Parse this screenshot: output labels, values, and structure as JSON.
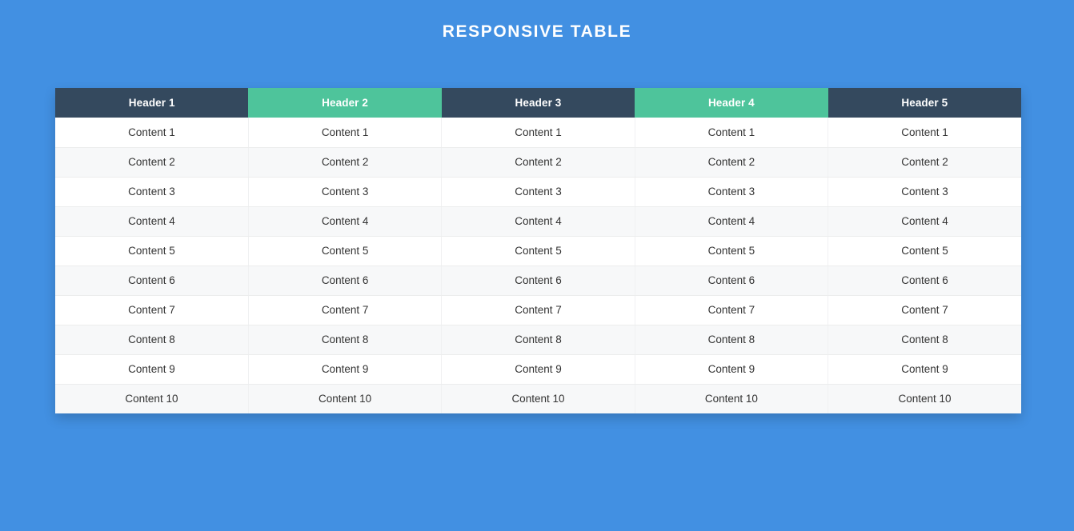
{
  "page": {
    "title": "RESPONSIVE TABLE",
    "background_color": "#4290e2",
    "title_color": "#ffffff"
  },
  "table": {
    "header_dark_color": "#34495e",
    "header_green_color": "#4ec49b",
    "header_text_color": "#ffffff",
    "body_text_color": "#333333",
    "row_odd_color": "#ffffff",
    "row_even_color": "#f7f8f9",
    "columns": [
      {
        "label": "Header 1",
        "style": "dark"
      },
      {
        "label": "Header 2",
        "style": "green"
      },
      {
        "label": "Header 3",
        "style": "dark"
      },
      {
        "label": "Header 4",
        "style": "green"
      },
      {
        "label": "Header 5",
        "style": "dark"
      }
    ],
    "rows": [
      [
        "Content 1",
        "Content 1",
        "Content 1",
        "Content 1",
        "Content 1"
      ],
      [
        "Content 2",
        "Content 2",
        "Content 2",
        "Content 2",
        "Content 2"
      ],
      [
        "Content 3",
        "Content 3",
        "Content 3",
        "Content 3",
        "Content 3"
      ],
      [
        "Content 4",
        "Content 4",
        "Content 4",
        "Content 4",
        "Content 4"
      ],
      [
        "Content 5",
        "Content 5",
        "Content 5",
        "Content 5",
        "Content 5"
      ],
      [
        "Content 6",
        "Content 6",
        "Content 6",
        "Content 6",
        "Content 6"
      ],
      [
        "Content 7",
        "Content 7",
        "Content 7",
        "Content 7",
        "Content 7"
      ],
      [
        "Content 8",
        "Content 8",
        "Content 8",
        "Content 8",
        "Content 8"
      ],
      [
        "Content 9",
        "Content 9",
        "Content 9",
        "Content 9",
        "Content 9"
      ],
      [
        "Content 10",
        "Content 10",
        "Content 10",
        "Content 10",
        "Content 10"
      ]
    ]
  }
}
